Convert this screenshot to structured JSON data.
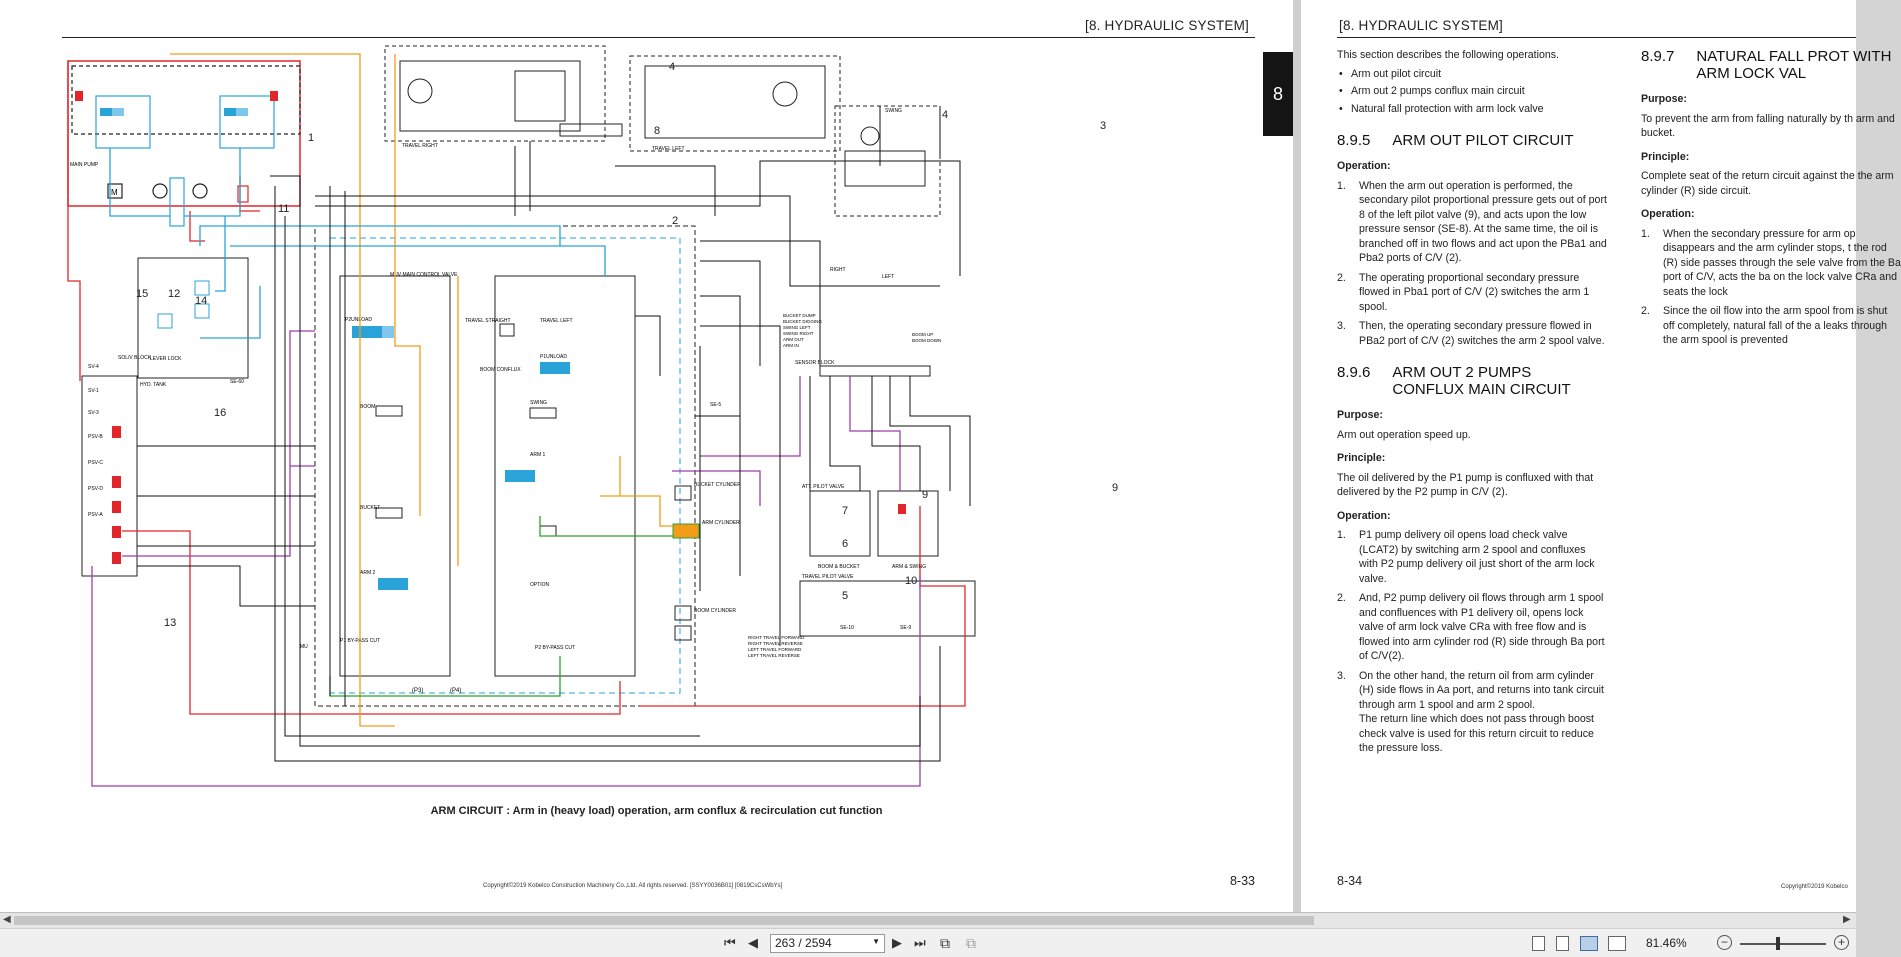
{
  "left_page": {
    "running_head": "[8.   HYDRAULIC SYSTEM]",
    "chapter_tab": "8",
    "caption": "ARM CIRCUIT : Arm in (heavy load) operation, arm conflux & recirculation cut function",
    "copyright": "Copyright©2019 Kobelco Construction Machinery Co.,Ltd. All rights reserved. [SSYY0036B01] [0819CsCsWbYs]",
    "page_number": "8-33",
    "diagram": {
      "callouts": [
        "1",
        "2",
        "3",
        "4",
        "4",
        "5",
        "6",
        "7",
        "8",
        "9",
        "9",
        "10",
        "11",
        "12",
        "13",
        "14",
        "15",
        "16"
      ],
      "labels": {
        "main_pump": "MAIN PUMP",
        "travel_right": "TRAVEL RIGHT",
        "travel_left": "TRAVEL LEFT",
        "swing": "SWING",
        "hyd_tank": "HYD. TANK",
        "sol_v_block": "SOL/V BLOCK",
        "lever_lock": "LEVER LOCK",
        "cv_title": "MUV MAIN CONTROL VALVE",
        "p2unload": "P2UNLOAD",
        "travel_straight": "TRAVEL STRAIGHT",
        "travel_left_spool": "TRAVEL LEFT",
        "p1unload": "P1UNLOAD",
        "boom_conflux": "BOOM CONFLUX",
        "boom": "BOOM",
        "swing_spool": "SWING",
        "arm1": "ARM 1",
        "arm2": "ARM 2",
        "bucket": "BUCKET",
        "option": "OPTION",
        "p1_bypass": "P1 BY-PASS CUT",
        "p2_bypass": "P2 BY-PASS CUT",
        "bucket_cylinder": "BUCKET CYLINDER",
        "arm_cylinder": "ARM CYLINDER",
        "boom_cylinder": "BOOM CYLINDER",
        "sensor_block": "SENSOR BLOCK",
        "att_pilot_valve": "ATT. PILOT VALVE",
        "boom_bucket": "BOOM & BUCKET",
        "arm_swing": "ARM & SWING",
        "travel_pilot_valve": "TRAVEL PILOT VALVE",
        "right_travel_forward": "RIGHT TRAVEL FORWARD",
        "right_travel_reverse": "RIGHT TRAVEL REVERSE",
        "left_travel_forward": "LEFT TRAVEL FORWARD",
        "left_travel_reverse": "LEFT TRAVEL REVERSE",
        "bucket_dump": "BUCKET DUMP",
        "bucket_digging": "BUCKET DIGGING",
        "swing_left": "SWING LEFT",
        "swing_right": "SWING RIGHT",
        "arm_out": "ARM OUT",
        "arm_in": "ARM IN",
        "boom_up": "BOOM UP",
        "boom_down": "BOOM DOWN",
        "right": "RIGHT",
        "left": "LEFT",
        "psv_a": "PSV-A",
        "psv_b": "PSV-B",
        "psv_c": "PSV-C",
        "psv_d": "PSV-D",
        "sv1": "SV-1",
        "sv3": "SV-3",
        "sv4": "SV-4",
        "se10": "SE-10",
        "se9": "SE-9",
        "se5": "SE-5",
        "se60": "SE-60",
        "p3": "(P3)",
        "p4": "(P4)",
        "mu": "MU",
        "m": "M"
      }
    }
  },
  "right_page": {
    "running_head": "[8.   HYDRAULIC SYSTEM]",
    "page_number": "8-34",
    "copyright": "Copyright©2019 Kobelco",
    "intro": "This section describes the following operations.",
    "intro_bullets": [
      "Arm out pilot circuit",
      "Arm out 2 pumps conflux main circuit",
      "Natural fall protection with arm lock valve"
    ],
    "s895": {
      "num": "8.9.5",
      "title": "ARM OUT PILOT CIRCUIT",
      "operation_label": "Operation:",
      "items": [
        {
          "n": "1.",
          "text": "When the arm out operation is performed, the secondary pilot proportional pressure gets out of port 8 of the left pilot valve (9), and acts upon the low pressure sensor (SE-8). At the same time, the oil is branched off in two flows and act upon the PBa1 and Pba2 ports of C/V (2)."
        },
        {
          "n": "2.",
          "text": "The operating proportional secondary pressure flowed in Pba1 port of C/V (2) switches the arm 1 spool."
        },
        {
          "n": "3.",
          "text": "Then, the operating secondary pressure flowed in PBa2 port of C/V (2) switches the arm 2 spool valve."
        }
      ]
    },
    "s896": {
      "num": "8.9.6",
      "title": "ARM OUT 2 PUMPS CONFLUX MAIN CIRCUIT",
      "purpose_label": "Purpose:",
      "purpose": "Arm out operation speed up.",
      "principle_label": "Principle:",
      "principle": "The oil delivered by the P1 pump is confluxed with that delivered by the P2 pump in C/V (2).",
      "operation_label": "Operation:",
      "items": [
        {
          "n": "1.",
          "text": "P1 pump delivery oil opens load check valve (LCAT2) by switching arm 2 spool and confluxes with P2 pump delivery oil just short of the arm lock valve."
        },
        {
          "n": "2.",
          "text": "And, P2 pump delivery oil flows through arm 1 spool and confluences with P1 delivery oil, opens lock valve of arm lock valve CRa with free flow and is flowed into arm cylinder rod (R) side through Ba port of C/V(2)."
        },
        {
          "n": "3.",
          "text": "On the other hand, the return oil from arm cylinder (H) side flows in Aa port, and returns into tank circuit through arm 1 spool and arm 2 spool."
        }
      ],
      "item3_extra": "The return line which does not pass through boost check valve is used for this return circuit to reduce the pressure loss."
    },
    "s897": {
      "num": "8.9.7",
      "title": "NATURAL FALL PROT WITH ARM LOCK VAL",
      "purpose_label": "Purpose:",
      "purpose": "To prevent the arm from falling naturally by th arm and bucket.",
      "principle_label": "Principle:",
      "principle": "Complete seat of the return circuit against the the arm cylinder (R) side circuit.",
      "operation_label": "Operation:",
      "items": [
        {
          "n": "1.",
          "text": "When the secondary pressure for arm op disappears and the arm cylinder stops, t the rod (R) side passes through the sele valve from the Ba port of C/V, acts the ba on the lock valve CRa and seats the lock"
        },
        {
          "n": "2.",
          "text": "Since the oil flow into the arm spool from is shut off completely, natural fall of the a leaks through the arm spool is prevented"
        }
      ]
    }
  },
  "toolbar": {
    "first_icon": "first-page-icon",
    "prev_icon": "prev-page-icon",
    "page_field": "263 / 2594",
    "next_icon": "next-page-icon",
    "last_icon": "last-page-icon",
    "zoom": "81.46%",
    "colors": {
      "red": "#e0262b",
      "orange": "#f39c1c",
      "blue": "#2aa3d8",
      "green": "#2ca02c",
      "purple": "#9b3fa8",
      "black": "#111111"
    }
  }
}
